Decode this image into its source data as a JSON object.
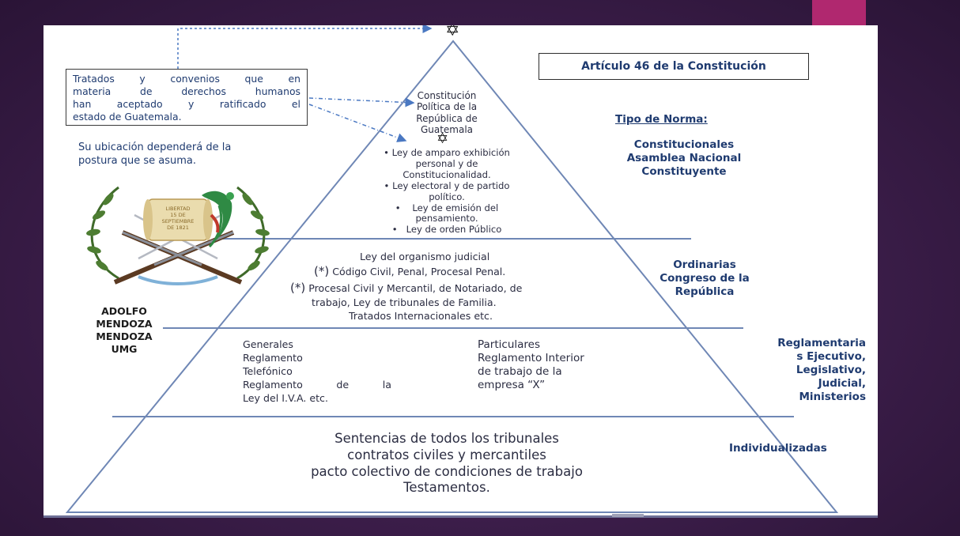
{
  "star_symbol": "✡",
  "top_note": {
    "lines": [
      "Tratados y convenios que en",
      "materia de derechos humanos",
      "han aceptado y ratificado el",
      "estado de Guatemala."
    ]
  },
  "ubicacion": {
    "lines": [
      "Su ubicación dependerá de la",
      "postura que se asuma."
    ]
  },
  "article_title": "Artículo 46 de la Constitución",
  "tipo_title": "Tipo de Norma:",
  "author": {
    "lines": [
      "ADOLFO",
      "MENDOZA",
      "MENDOZA",
      "UMG"
    ]
  },
  "emblem": {
    "scroll_lines": [
      "LIBERTAD",
      "15 DE",
      "SEPTIEMBRE",
      "DE 1821"
    ]
  },
  "tier1": {
    "constitution_lines": [
      "Constitución",
      "Política de la",
      "República de",
      "Guatemala"
    ],
    "laws": [
      {
        "bullet": "•",
        "lines": [
          "Ley de amparo exhibición",
          "personal y de",
          "Constitucionalidad."
        ]
      },
      {
        "bullet": "•",
        "lines": [
          "Ley electoral y de partido",
          "político."
        ]
      },
      {
        "bullet": "•",
        "lines": [
          "Ley de emisión del",
          "pensamiento."
        ]
      },
      {
        "bullet": "•",
        "lines": [
          "Ley de orden Público"
        ]
      }
    ],
    "label_lines": [
      "Constitucionales",
      "Asamblea Nacional",
      "Constituyente"
    ]
  },
  "tier2": {
    "lines": [
      "Ley del organismo judicial",
      "Código Civil, Penal, Procesal Penal.",
      "Procesal Civil y Mercantil, de Notariado, de",
      "trabajo, Ley de tribunales de Familia.",
      "Tratados Internacionales etc."
    ],
    "marker": "(*)",
    "label_lines": [
      "Ordinarias",
      "Congreso de la",
      "República"
    ]
  },
  "tier3": {
    "generales_lines": [
      "Generales",
      "Reglamento",
      "Telefónico",
      "Reglamento de la",
      "Ley del I.V.A. etc."
    ],
    "particulares_lines": [
      "Particulares",
      "Reglamento Interior",
      "de trabajo de la",
      "empresa “X”"
    ],
    "label_lines": [
      "Reglamentaria",
      "s Ejecutivo,",
      "Legislativo,",
      "Judicial,",
      "Ministerios"
    ]
  },
  "tier4": {
    "lines": [
      "Sentencias de todos los tribunales",
      "contratos civiles y mercantiles",
      "pacto colectivo de condiciones de trabajo",
      "Testamentos."
    ],
    "label": "Individualizadas"
  },
  "colors": {
    "background": "#3b1d49",
    "accent": "#b0286f",
    "pyramid_line": "#6f87b5",
    "label_navy": "#1f3b70",
    "arrow": "#4a78c2"
  }
}
